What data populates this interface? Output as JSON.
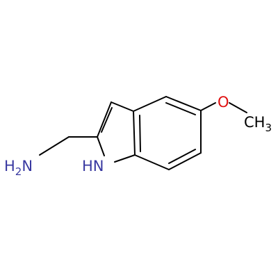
{
  "molecule": {
    "atoms": {
      "amine": {
        "text": "H",
        "subscript": "2",
        "tail": "N"
      },
      "ring_nh": {
        "text": "HN"
      },
      "oxygen": {
        "text": "O"
      },
      "methyl": {
        "text": "CH",
        "subscript": "3"
      }
    },
    "colors": {
      "bond": "#000000",
      "nitrogen": "#3838a0",
      "oxygen": "#e01010",
      "carbon": "#000000"
    }
  }
}
